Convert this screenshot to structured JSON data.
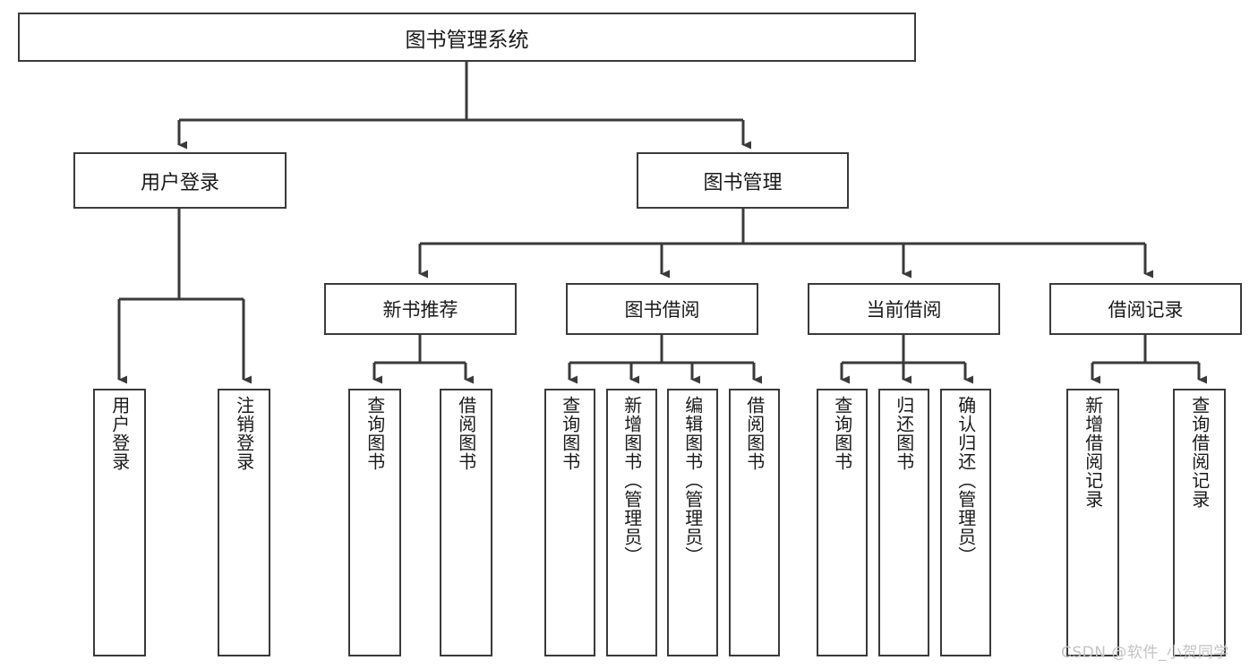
{
  "diagram": {
    "title": "图书管理系统",
    "type": "tree-hierarchy-diagram",
    "watermark": "CSDN @软件_小贺同学",
    "colors": {
      "background": "#ffffff",
      "box_border": "#3a3a3a",
      "connector": "#3a3a3a",
      "text": "#1a1a1a",
      "watermark": "#c3c3c3"
    }
  },
  "nodes": {
    "root": "图书管理系统",
    "level2": {
      "user_login": "用户登录",
      "book_management": "图书管理"
    },
    "level3": {
      "new_book_recommend": "新书推荐",
      "book_borrow": "图书借阅",
      "current_borrow": "当前借阅",
      "borrow_record": "借阅记录"
    },
    "leaves": {
      "user_login": [
        "用户登录",
        "注销登录"
      ],
      "new_book_recommend": [
        "查询图书",
        "借阅图书"
      ],
      "book_borrow": [
        "查询图书",
        "新增图书（管理员）",
        "编辑图书（管理员）",
        "借阅图书"
      ],
      "current_borrow": [
        "查询图书",
        "归还图书",
        "确认归还（管理员）"
      ],
      "borrow_record": [
        "新增借阅记录",
        "查询借阅记录"
      ]
    }
  }
}
